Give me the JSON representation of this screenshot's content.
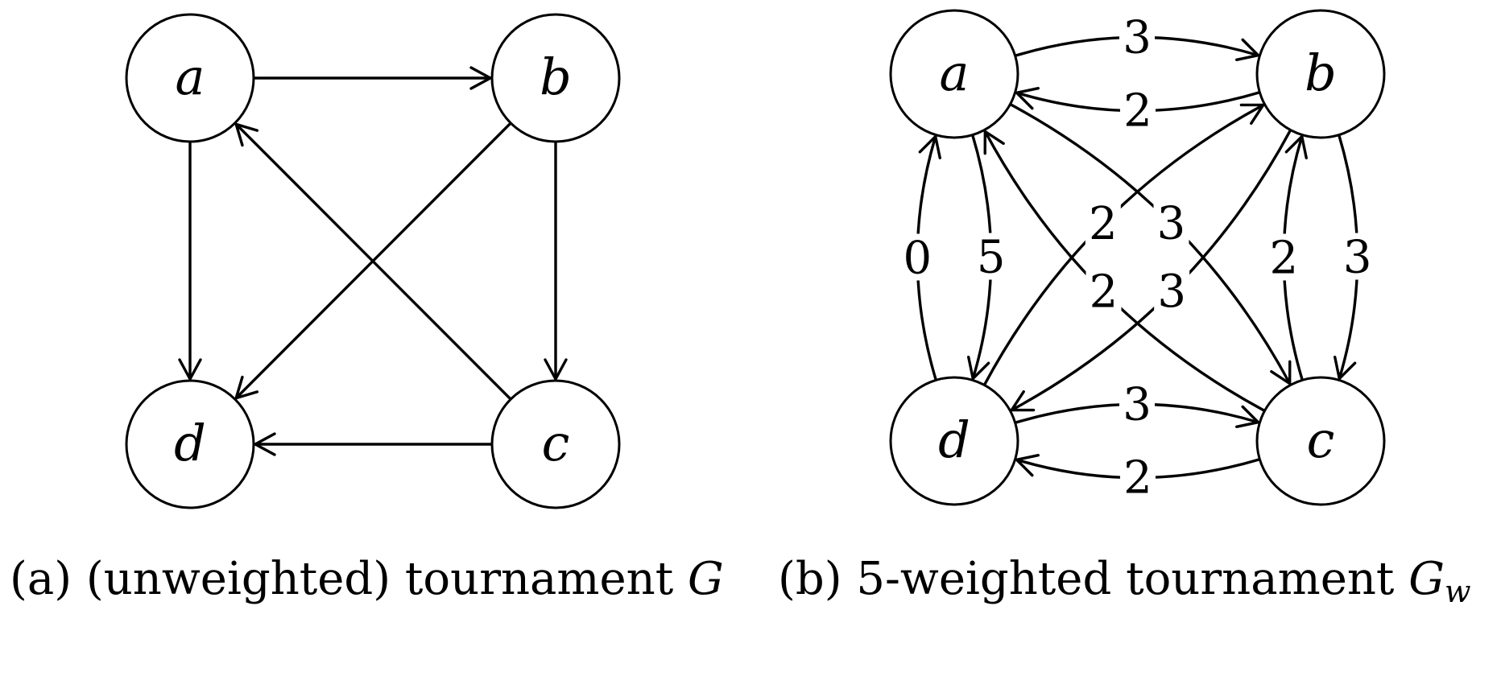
{
  "diagrams": [
    {
      "id": "a",
      "caption": {
        "prefix": "(a) (unweighted) tournament ",
        "variable": "G",
        "subscript": ""
      },
      "nodes": [
        {
          "id": "a",
          "label": "a"
        },
        {
          "id": "b",
          "label": "b"
        },
        {
          "id": "c",
          "label": "c"
        },
        {
          "id": "d",
          "label": "d"
        }
      ],
      "edges": [
        {
          "from": "a",
          "to": "b",
          "weight": ""
        },
        {
          "from": "a",
          "to": "d",
          "weight": ""
        },
        {
          "from": "b",
          "to": "c",
          "weight": ""
        },
        {
          "from": "b",
          "to": "d",
          "weight": ""
        },
        {
          "from": "c",
          "to": "a",
          "weight": ""
        },
        {
          "from": "c",
          "to": "d",
          "weight": ""
        }
      ]
    },
    {
      "id": "b",
      "caption": {
        "prefix": "(b) 5-weighted tournament ",
        "variable": "G",
        "subscript": "w"
      },
      "nodes": [
        {
          "id": "a",
          "label": "a"
        },
        {
          "id": "b",
          "label": "b"
        },
        {
          "id": "c",
          "label": "c"
        },
        {
          "id": "d",
          "label": "d"
        }
      ],
      "edges": [
        {
          "from": "a",
          "to": "b",
          "weight": "3"
        },
        {
          "from": "b",
          "to": "a",
          "weight": "2"
        },
        {
          "from": "a",
          "to": "c",
          "weight": "3"
        },
        {
          "from": "c",
          "to": "a",
          "weight": "2"
        },
        {
          "from": "a",
          "to": "d",
          "weight": "5"
        },
        {
          "from": "d",
          "to": "a",
          "weight": "0"
        },
        {
          "from": "b",
          "to": "c",
          "weight": "3"
        },
        {
          "from": "c",
          "to": "b",
          "weight": "2"
        },
        {
          "from": "b",
          "to": "d",
          "weight": "3"
        },
        {
          "from": "d",
          "to": "b",
          "weight": "2"
        },
        {
          "from": "d",
          "to": "c",
          "weight": "3"
        },
        {
          "from": "c",
          "to": "d",
          "weight": "2"
        }
      ]
    }
  ]
}
